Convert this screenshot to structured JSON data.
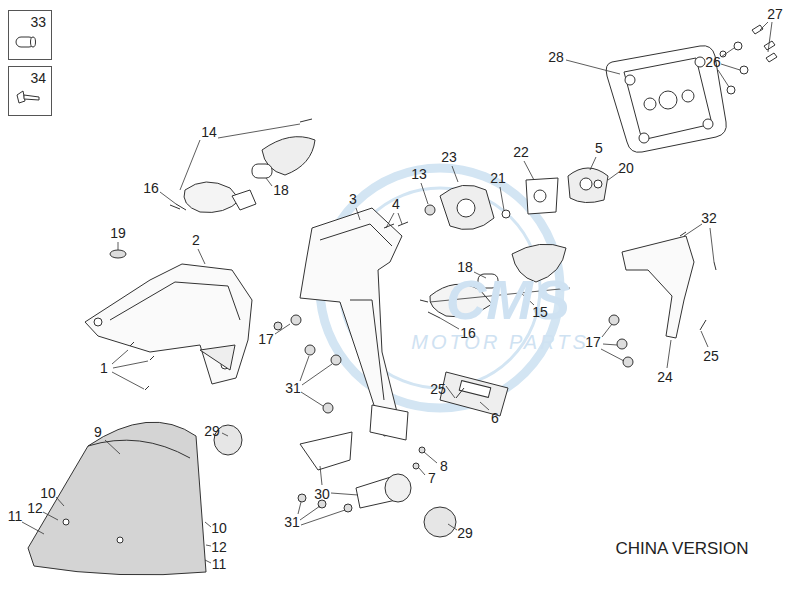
{
  "diagram": {
    "nodes": [
      {
        "text": [
          "33"
        ]
      },
      {
        "text": [
          "34"
        ]
      }
    ],
    "labels": [
      "27",
      "28",
      "26",
      "14",
      "13",
      "23",
      "22",
      "5",
      "21",
      "20",
      "16",
      "18",
      "3",
      "4",
      "19",
      "2",
      "32",
      "18",
      "15",
      "17",
      "16",
      "17",
      "25",
      "1",
      "31",
      "24",
      "25",
      "6",
      "8",
      "29",
      "7",
      "9",
      "30",
      "10",
      "12",
      "11",
      "10",
      "31",
      "12",
      "11",
      "29",
      "CHINA VERSION",
      "CMS",
      "MOTOR PARTS"
    ]
  }
}
